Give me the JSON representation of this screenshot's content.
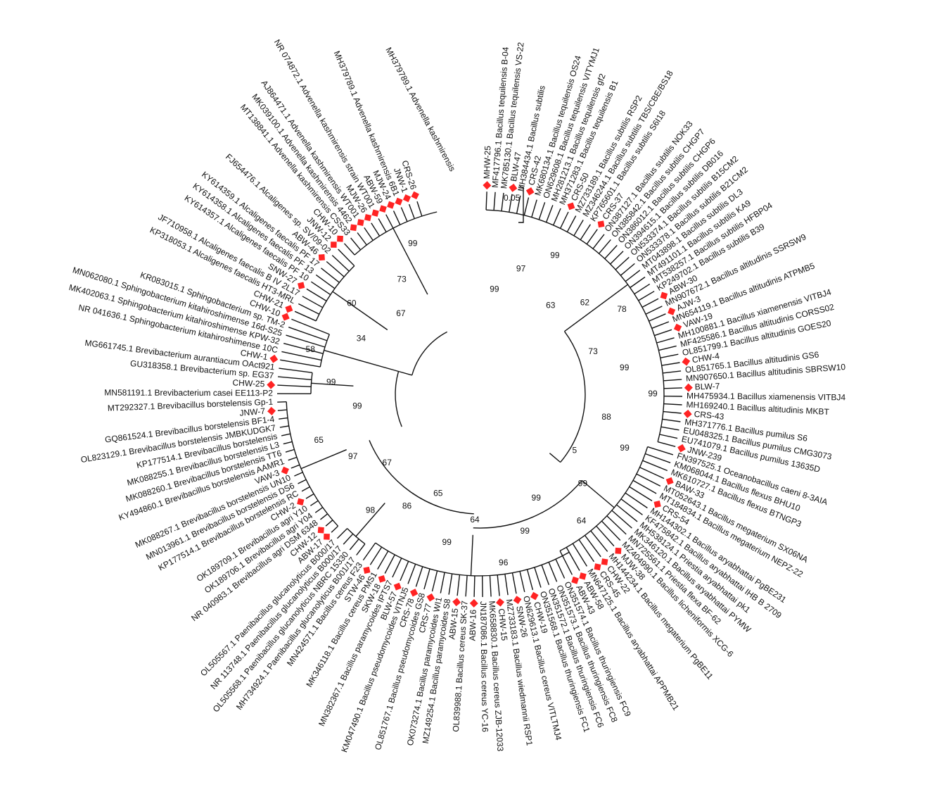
{
  "figure": {
    "scale_bar_label": "0.05",
    "marker_color": "#ff2323",
    "line_color": "#111111",
    "marker_shape": "diamond",
    "tree_style": "circular"
  },
  "tips": [
    {
      "label": "MHW-25",
      "mark": true
    },
    {
      "label": "MF417796.1 Bacillus tequilensis B-04"
    },
    {
      "label": "MK785130.1 Bacillus tequilensis VS-22"
    },
    {
      "label": "BLW-47",
      "mark": true
    },
    {
      "label": "MH384434.1 Bacillus subtilis"
    },
    {
      "label": "CRS-42",
      "mark": true
    },
    {
      "label": "MK680134.1 Bacillus tequilensis OS24"
    },
    {
      "label": "ON629608.1 Bacillus tequilensis VITYMJ1"
    },
    {
      "label": "MH281213.1 Bacillus tequilensis gf2"
    },
    {
      "label": "MH371283.1 Bacillus tequilensis B1"
    },
    {
      "label": "CRS-50",
      "mark": true
    },
    {
      "label": "MZ733189.1 Bacillus subtilis RSP2"
    },
    {
      "label": "MZ346244.1 Bacillus subtilis TBS/CBE/BS18"
    },
    {
      "label": "KP765601.1 Bacillus subtilis S6I18"
    },
    {
      "label": "CRS-37",
      "mark": true
    },
    {
      "label": "ON387127.1 Bacillus subtilis NOK33"
    },
    {
      "label": "ON385842.1 Bacillus subtilis CHGP7"
    },
    {
      "label": "ON386012.1 Bacillus subtilis CHGP6"
    },
    {
      "label": "ON394615.1 Bacillus subtilis DB016"
    },
    {
      "label": "ON533374.1 Bacillus subtilis B15CM2"
    },
    {
      "label": "ON533378.1 Bacillus subtilis B21CM2"
    },
    {
      "label": "MT043898.1 Bacillus subtilis DL3"
    },
    {
      "label": "MT491101.1 Bacillus subtilis KA9"
    },
    {
      "label": "MT538257.1 Bacillus subtilis HFBP04"
    },
    {
      "label": "KP249702.1 Bacillus subtilis B39"
    },
    {
      "label": "ABW-30",
      "mark": true
    },
    {
      "label": "MN907672.1 Bacillus altitudinis SSRSW9"
    },
    {
      "label": "AJW-3",
      "mark": true
    },
    {
      "label": "MN654119.1 Bacillus altitudinis ATPMB5"
    },
    {
      "label": "VAW-19",
      "mark": true
    },
    {
      "label": "MH100881.1 Bacillus xiamenensis VITBJ4"
    },
    {
      "label": "MF425586.1 Bacillus altitudinis CORSS02"
    },
    {
      "label": "OL851799.1 Bacillus altitudinis GOES20"
    },
    {
      "label": "CHW-4",
      "mark": true
    },
    {
      "label": "OL851765.1 Bacillus altitudinis GS6"
    },
    {
      "label": "MN907650.1 Bacillus altitudinis SBRSW10"
    },
    {
      "label": "BLW-7",
      "mark": true
    },
    {
      "label": "MH475934.1 Bacillus xiamenensis VITBJ4"
    },
    {
      "label": "MH169240.1 Bacillus altitudinis MKBT"
    },
    {
      "label": "CRS-43",
      "mark": true
    },
    {
      "label": "MH371776.1 Bacillus pumilus S6"
    },
    {
      "label": "EU048325.1 Bacillus pumilus CMG3073"
    },
    {
      "label": "EU741079.1 Bacillus pumilus 13635D"
    },
    {
      "label": "JNW-239",
      "mark": true
    },
    {
      "label": "FN397525.1 Oceanobacillus caeni 8-3AIA"
    },
    {
      "label": "KM068044.1 Bacillus flexus BHU10"
    },
    {
      "label": "MK610727.1 Bacillus flexus BTNGP3"
    },
    {
      "label": "BAW-33",
      "mark": true
    },
    {
      "label": "MT052643.1 Bacillus megaterium SX06NA"
    },
    {
      "label": "MT184834.1 Bacillus megaterium NEPZ-22"
    },
    {
      "label": "CRS-54",
      "mark": true
    },
    {
      "label": "MH144302.1 Bacillus aryabhattai PgBE231"
    },
    {
      "label": "KF475842.1 Bacillus aryabhattai IHB B 2709"
    },
    {
      "label": "MH538124.1 Priestia aryabhattai pk1"
    },
    {
      "label": "MK346120.1 Bacillus aryabhattai PYMW"
    },
    {
      "label": "MN725561.1 Priestia flexa BF-62"
    },
    {
      "label": "MZ404990.1 Bacillus licheniformis XCG-6"
    },
    {
      "label": "MJW-38",
      "mark": true
    },
    {
      "label": "MH144234.1 Bacillus megaterium PgBE11"
    },
    {
      "label": "CHW-22",
      "mark": true
    },
    {
      "label": "CRS-45",
      "mark": true
    },
    {
      "label": "MN647125.1 Bacillus aryabhattai APPMB21"
    },
    {
      "label": "ABW-58",
      "mark": true
    },
    {
      "label": "ABW-43",
      "mark": true
    },
    {
      "label": "ON351574.1 Bacillus thuringiensis FC9"
    },
    {
      "label": "ON351573.1 Bacillus thuringiensis FC8"
    },
    {
      "label": "ON351572.1 Bacillus thuringiensis FC6"
    },
    {
      "label": "ON351568.1 Bacillus thuringiensis FC1"
    },
    {
      "label": "CHW-19",
      "mark": true
    },
    {
      "label": "ON629613.1 Bacillus cereus VITLTMJ4"
    },
    {
      "label": "SNW-26",
      "mark": true
    },
    {
      "label": "MZ733183.1 Bacillus wiedmannii RSP1"
    },
    {
      "label": "CHW-15",
      "mark": true
    },
    {
      "label": "MK658830.1 Bacillus cereus ZJB-12033"
    },
    {
      "label": "JN187086.1 Bacillus cereus YC-16"
    },
    {
      "label": "ABW-16",
      "mark": true
    },
    {
      "label": "OL839988.1 Bacillus cereus SK-37"
    },
    {
      "label": "ABW-15",
      "mark": true
    },
    {
      "label": "MZ149254.1 Bacillus paramycoides S8"
    },
    {
      "label": "OK073274.1 Bacillus paramycoides WI1"
    },
    {
      "label": "CRS-77",
      "mark": true
    },
    {
      "label": "OL851767.1 Bacillus pseudomycoides GS8"
    },
    {
      "label": "CRS-78",
      "mark": true
    },
    {
      "label": "KM047490.1 Bacillus pseudomycoides VITNJ5"
    },
    {
      "label": "BLW-57",
      "mark": true
    },
    {
      "label": "MN382367.1 Bacillus paramycoides IPTS7"
    },
    {
      "label": "SKW-18",
      "mark": true
    },
    {
      "label": "MK346118.1 Bacillus cereus PMS1"
    },
    {
      "label": "STW-46",
      "mark": true
    },
    {
      "label": "MN424571.1 Bacillus cereus F23"
    },
    {
      "label": "MH734924.1 Paenibacillus glucanolyticus B001/17"
    },
    {
      "label": "OL505568.1 Paenibacillus glucanolyticus NBRC 15330"
    },
    {
      "label": "NR 113748.1 Paenibacillus glucanolyticus B000/17"
    },
    {
      "label": "OL505567.1 Paenibacillus glucanolyticus B000/17"
    },
    {
      "label": "ABW-17",
      "mark": true
    },
    {
      "label": "CHW-12",
      "mark": true
    },
    {
      "label": "NR 040983.1 Brevibacillus agri DSM 6348"
    },
    {
      "label": "OK189706.1 Brevibacillus agri Y04"
    },
    {
      "label": "OK189709.1 Brevibacillus agri Y10"
    },
    {
      "label": "CHW-2",
      "mark": true
    },
    {
      "label": "KP177514.1 Brevibacillus borstelensis RC"
    },
    {
      "label": "MN013961.1 Brevibacillus borstelensis DS6"
    },
    {
      "label": "MK088267.1 Brevibacillus borstelensis UN10"
    },
    {
      "label": "VAW-3",
      "mark": true
    },
    {
      "label": "KY494860.1 Brevibacillus borstelensis AAMR1"
    },
    {
      "label": "MK088260.1 Brevibacillus borstelensis TT6"
    },
    {
      "label": "MK088255.1 Brevibacillus borstelensis L3"
    },
    {
      "label": "KP177514.1 Brevibacillus borstelensis"
    },
    {
      "label": "OL823129.1 Brevibacillus borstelensis JMBKUDGK7"
    },
    {
      "label": "GQ861524.1 Brevibacillus borstelensis BF1-4"
    },
    {
      "label": "JNW-7",
      "mark": true
    },
    {
      "label": "MT292327.1 Brevibacillus borstelensis Gp-1"
    },
    {
      "label": "MN581191.1 Brevibacterium casei EE113-P2"
    },
    {
      "label": "CHW-25",
      "mark": true
    },
    {
      "label": "GU318358.1 Brevibacterium sp. EG37"
    },
    {
      "label": "MG661745.1 Brevibacterium aurantiacum OAct921"
    },
    {
      "label": "CHW-1",
      "mark": true
    },
    {
      "label": "NR 041636.1 Sphingobacterium kitahiroshimense 10C"
    },
    {
      "label": "MK402063.1 Sphingobacterium kitahiroshimense KPW-32"
    },
    {
      "label": "MN062080.1 Sphingobacterium kitahiroshimense 16d-S25"
    },
    {
      "label": "KR083015.1 Sphingobacterium sp. TM-2"
    },
    {
      "label": "CHW-10",
      "mark": true
    },
    {
      "label": "CHW-21",
      "mark": true
    },
    {
      "label": "KP318053.1 Alcaligenes faecalis HT3-MRL"
    },
    {
      "label": "JF710958.1 Alcaligenes faecalis B IV 2L17"
    },
    {
      "label": "SNW-27",
      "mark": true
    },
    {
      "label": "KY614357.1 Alcaligenes faecalis PF 10"
    },
    {
      "label": "KY614358.1 Alcaligenes faecalis PF 13"
    },
    {
      "label": "KY614359.1 Alcaligenes faecalis PF 17"
    },
    {
      "label": "ABW-46",
      "mark": true
    },
    {
      "label": "FJ654476.1 Alcaligenes sp. SV/09-02"
    },
    {
      "label": "JNW-12",
      "mark": true
    },
    {
      "label": "CHW-10",
      "mark": true
    },
    {
      "label": "MT138841.1 Advenella kashmirensis CSS33"
    },
    {
      "label": "MK039100.1 Advenella kashmirensis 4462",
      "mark": true
    },
    {
      "label": "AJ864471.1 Advenella kashmirensis WT001",
      "mark": true
    },
    {
      "label": "MJW-26",
      "mark": true
    },
    {
      "label": "NR 074872.1 Advenella kashmirensis strain WT001",
      "mark": true
    },
    {
      "label": "ABW-59",
      "mark": true
    },
    {
      "label": "MJW-24",
      "mark": true
    },
    {
      "label": "MH379789.1 Advenella kashmirensis 6B1",
      "mark": true
    },
    {
      "label": "JNW-1",
      "mark": true
    },
    {
      "label": "CRS-26",
      "mark": true
    }
  ],
  "support_values": [
    "99",
    "97",
    "99",
    "63",
    "62",
    "78",
    "73",
    "99",
    "99",
    "88",
    "99",
    "5",
    "99",
    "64",
    "99",
    "99",
    "96",
    "64",
    "99",
    "65",
    "86",
    "98",
    "67",
    "97",
    "65",
    "99",
    "99",
    "58",
    "34",
    "60",
    "67",
    "73",
    "99"
  ],
  "mystery_text": "MH379789.1 Advenella kashmirensis"
}
